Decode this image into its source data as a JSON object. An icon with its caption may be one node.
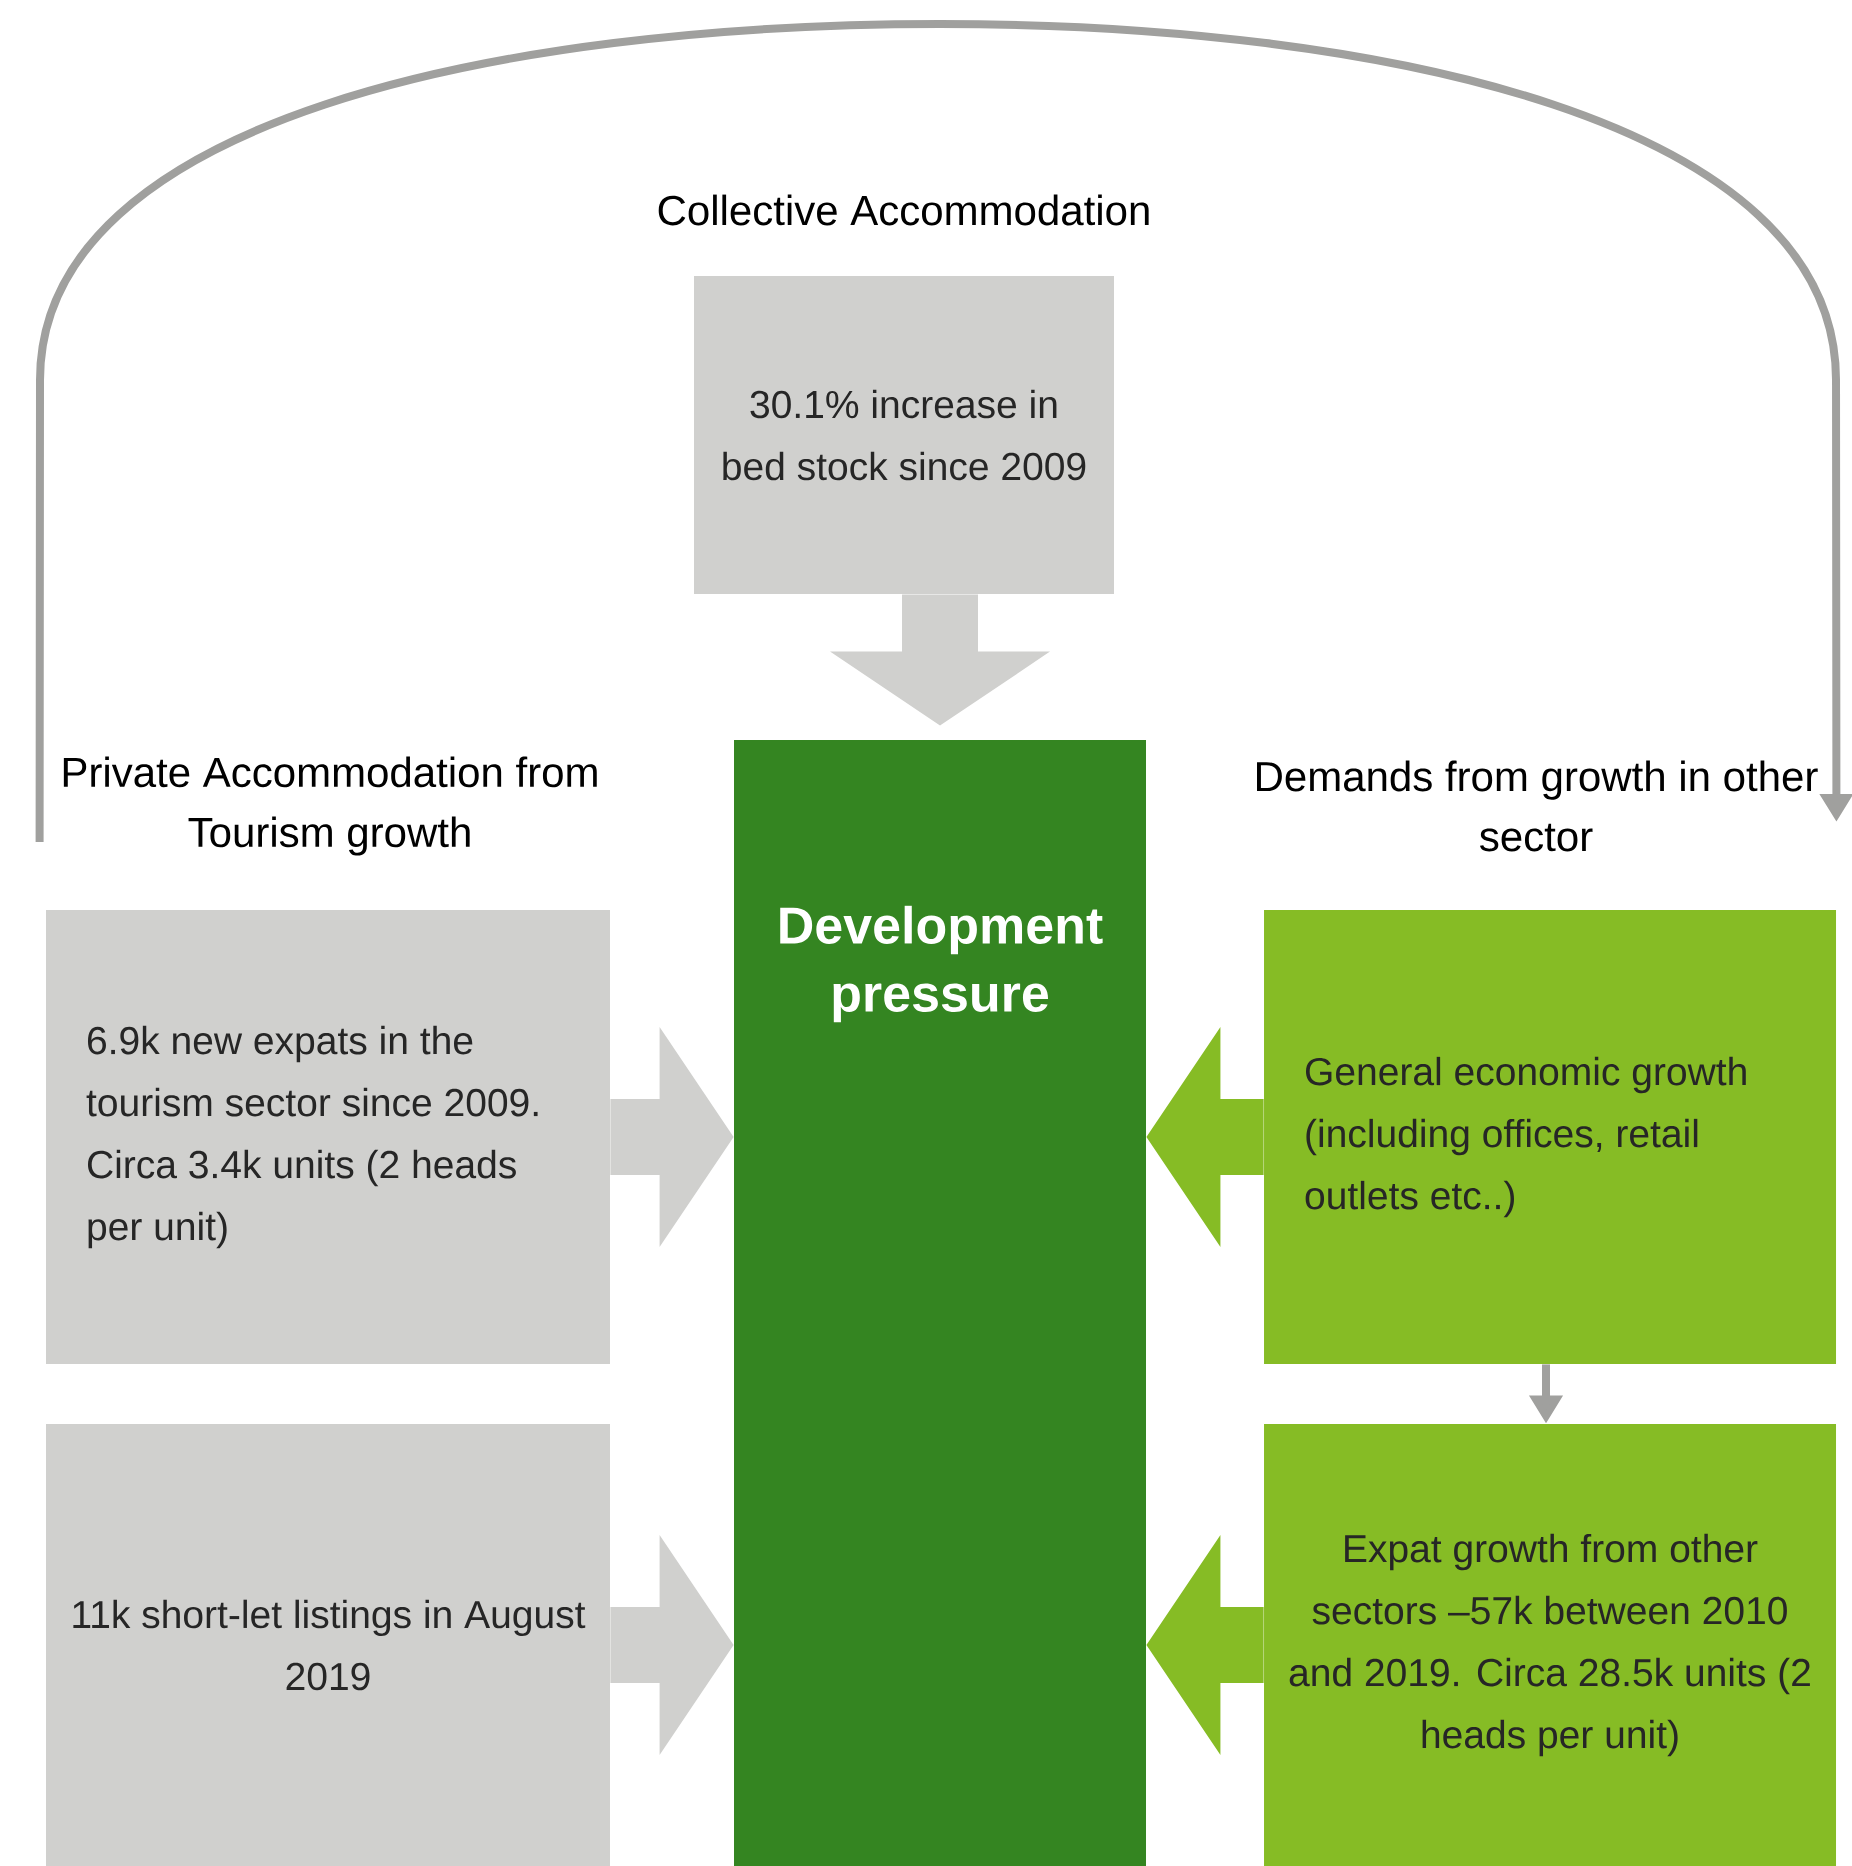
{
  "diagram": {
    "nodes": [
      {
        "text": [
          "Collective Accommodation",
          "30.1% increase in bed stock since 2009"
        ]
      },
      {
        "text": [
          "Development pressure"
        ]
      },
      {
        "text": [
          "Private Accommodation from Tourism growth"
        ]
      },
      {
        "text": [
          "Demands from growth in other sector"
        ]
      },
      {
        "text": [
          "6.9k new expats in the tourism sector since 2009. Circa 3.4k units (2 heads per unit)"
        ]
      },
      {
        "text": [
          "11k short-let listings in August 2019"
        ]
      },
      {
        "text": [
          "General economic growth (including offices, retail outlets etc..)"
        ]
      },
      {
        "text": [
          "Expat growth from other sectors –57k between 2010 and 2019. Circa 28.5k units (2 heads per unit)"
        ]
      }
    ],
    "edges": [
      {
        "from": 0,
        "to": 1,
        "arrow": "to",
        "style": "thick"
      },
      {
        "from": 4,
        "to": 1,
        "arrow": "to",
        "style": "thick"
      },
      {
        "from": 5,
        "to": 1,
        "arrow": "to",
        "style": "thick"
      },
      {
        "from": 6,
        "to": 1,
        "arrow": "to",
        "style": "thick",
        "color": "#86bc25"
      },
      {
        "from": 7,
        "to": 1,
        "arrow": "to",
        "style": "thick",
        "color": "#86bc25"
      },
      {
        "from": 6,
        "to": 7,
        "arrow": "to"
      },
      {
        "from": 2,
        "to": 3,
        "arrow": "to"
      }
    ]
  }
}
